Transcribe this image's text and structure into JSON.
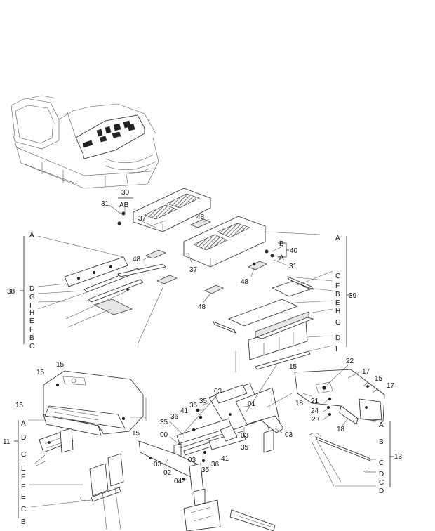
{
  "diagram": {
    "title": "",
    "callouts": [
      {
        "id": "c30",
        "text": "30"
      },
      {
        "id": "c31a",
        "text": "31"
      },
      {
        "id": "cAB",
        "text": "AB"
      },
      {
        "id": "c48a",
        "text": "48"
      },
      {
        "id": "c48b",
        "text": "48"
      },
      {
        "id": "c37a",
        "text": "37"
      },
      {
        "id": "c37b",
        "text": "37"
      },
      {
        "id": "cB40",
        "text": "B"
      },
      {
        "id": "c40",
        "text": "40"
      },
      {
        "id": "cA40",
        "text": "A"
      },
      {
        "id": "c31b",
        "text": "31"
      },
      {
        "id": "c48c",
        "text": "48"
      },
      {
        "id": "c48d",
        "text": "48"
      },
      {
        "id": "c38",
        "text": "38"
      },
      {
        "id": "c39",
        "text": "39"
      },
      {
        "id": "c15a",
        "text": "15"
      },
      {
        "id": "c15b",
        "text": "15"
      },
      {
        "id": "c15c",
        "text": "15"
      },
      {
        "id": "c15d",
        "text": "15"
      },
      {
        "id": "c11",
        "text": "11"
      },
      {
        "id": "c03a",
        "text": "03"
      },
      {
        "id": "c01",
        "text": "01"
      },
      {
        "id": "c03b",
        "text": "03"
      },
      {
        "id": "c03c",
        "text": "03"
      },
      {
        "id": "c41a",
        "text": "41"
      },
      {
        "id": "c36a",
        "text": "36"
      },
      {
        "id": "c35a",
        "text": "35"
      },
      {
        "id": "c35b",
        "text": "35"
      },
      {
        "id": "c36b",
        "text": "36"
      },
      {
        "id": "c00",
        "text": "00"
      },
      {
        "id": "c35c",
        "text": "35"
      },
      {
        "id": "c03d",
        "text": "03"
      },
      {
        "id": "c03e",
        "text": "03"
      },
      {
        "id": "c41b",
        "text": "41"
      },
      {
        "id": "c36c",
        "text": "36"
      },
      {
        "id": "c35d",
        "text": "35"
      },
      {
        "id": "c02",
        "text": "02"
      },
      {
        "id": "c04",
        "text": "04"
      },
      {
        "id": "c15e",
        "text": "15"
      },
      {
        "id": "c22",
        "text": "22"
      },
      {
        "id": "c17a",
        "text": "17"
      },
      {
        "id": "c15f",
        "text": "15"
      },
      {
        "id": "c17b",
        "text": "17"
      },
      {
        "id": "c18a",
        "text": "18"
      },
      {
        "id": "c21",
        "text": "21"
      },
      {
        "id": "c24",
        "text": "24"
      },
      {
        "id": "c23",
        "text": "23"
      },
      {
        "id": "c18b",
        "text": "18"
      },
      {
        "id": "c13",
        "text": "13"
      }
    ],
    "left_group_38": [
      "A",
      "D",
      "G",
      "I",
      "H",
      "E",
      "F",
      "B",
      "C"
    ],
    "right_group_39": [
      "A",
      "C",
      "F",
      "B",
      "E",
      "H",
      "G",
      "D",
      "I"
    ],
    "left_group_11": [
      "A",
      "D",
      "C",
      "E",
      "F",
      "F",
      "E",
      "C",
      "B"
    ],
    "right_group_13": [
      "A",
      "B",
      "C",
      "D",
      "C",
      "D"
    ]
  }
}
